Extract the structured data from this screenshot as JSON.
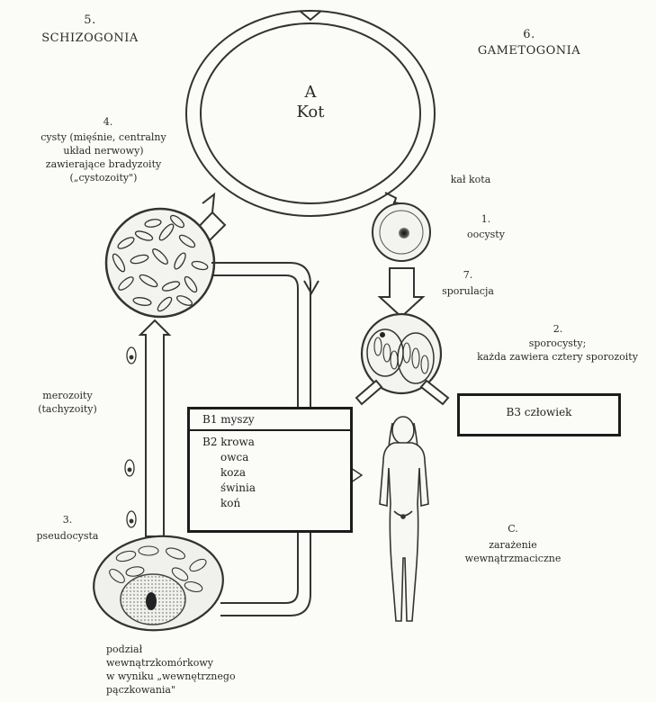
{
  "stages": {
    "schizogonia": {
      "num": "5.",
      "label": "SCHIZOGONIA"
    },
    "gametogonia": {
      "num": "6.",
      "label": "GAMETOGONIA"
    },
    "host_a": {
      "letter": "A",
      "label": "Kot"
    },
    "cysts": {
      "num": "4.",
      "label": "cysty (mięśnie, centralny\nukład nerwowy)\nzawierające bradyzoity\n(„cystozoity\")"
    },
    "kal_kota": "kał kota",
    "oocysty": {
      "num": "1.",
      "label": "oocysty"
    },
    "sporulacja": {
      "num": "7.",
      "label": "sporulacja"
    },
    "sporocysty": {
      "num": "2.",
      "label": "sporocysty;\nkażda zawiera cztery sporozoity"
    },
    "merozoity": "merozoity\n(tachyzoity)",
    "pseudocysta": {
      "num": "3.",
      "label": "pseudocysta"
    },
    "podzial": "podział\nwewnątrzkomórkowy\nw wyniku „wewnętrznego\npączkowania\"",
    "zarazenie": {
      "letter": "C.",
      "label": "zarażenie\nwewnątrzmaciczne"
    }
  },
  "boxes": {
    "b1": "B1 myszy",
    "b2_title": "B2 krowa",
    "b2_items": [
      "owca",
      "koza",
      "świnia",
      "koń"
    ],
    "b3": "B3 człowiek"
  },
  "icons": [
    "cat-cycle-ring",
    "cyst-cell",
    "oocyst",
    "sporocyst",
    "merozoite",
    "pseudocyst",
    "human-silhouette"
  ]
}
